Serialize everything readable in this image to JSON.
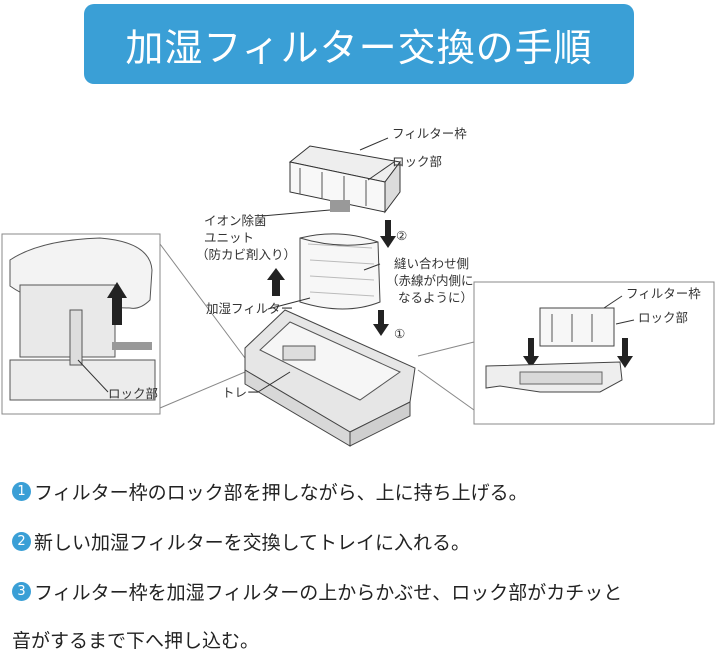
{
  "title": "加湿フィルター交換の手順",
  "labels": {
    "filter_frame": "フィルター枠",
    "lock_part": "ロック部",
    "ion_unit": [
      "イオン除菌",
      "ユニット",
      "（防カビ剤入り）"
    ],
    "seam_side": [
      "縫い合わせ側",
      "（赤線が内側に",
      "なるように）"
    ],
    "humidifier_filter": "加湿フィルター",
    "tray": "トレー",
    "step1_marker": "①",
    "step2_marker": "②",
    "left_lock": "ロック部",
    "right_filter_frame": "フィルター枠",
    "right_lock": "ロック部"
  },
  "steps": [
    {
      "num": "1",
      "text": "フィルター枠のロック部を押しながら、上に持ち上げる。"
    },
    {
      "num": "2",
      "text": "新しい加湿フィルターを交換してトレイに入れる。"
    },
    {
      "num": "3",
      "text": "フィルター枠を加湿フィルターの上からかぶせ、ロック部がカチッと"
    }
  ],
  "step3_cont": "音がするまで下へ押し込む。",
  "colors": {
    "accent": "#3a9fd6"
  }
}
